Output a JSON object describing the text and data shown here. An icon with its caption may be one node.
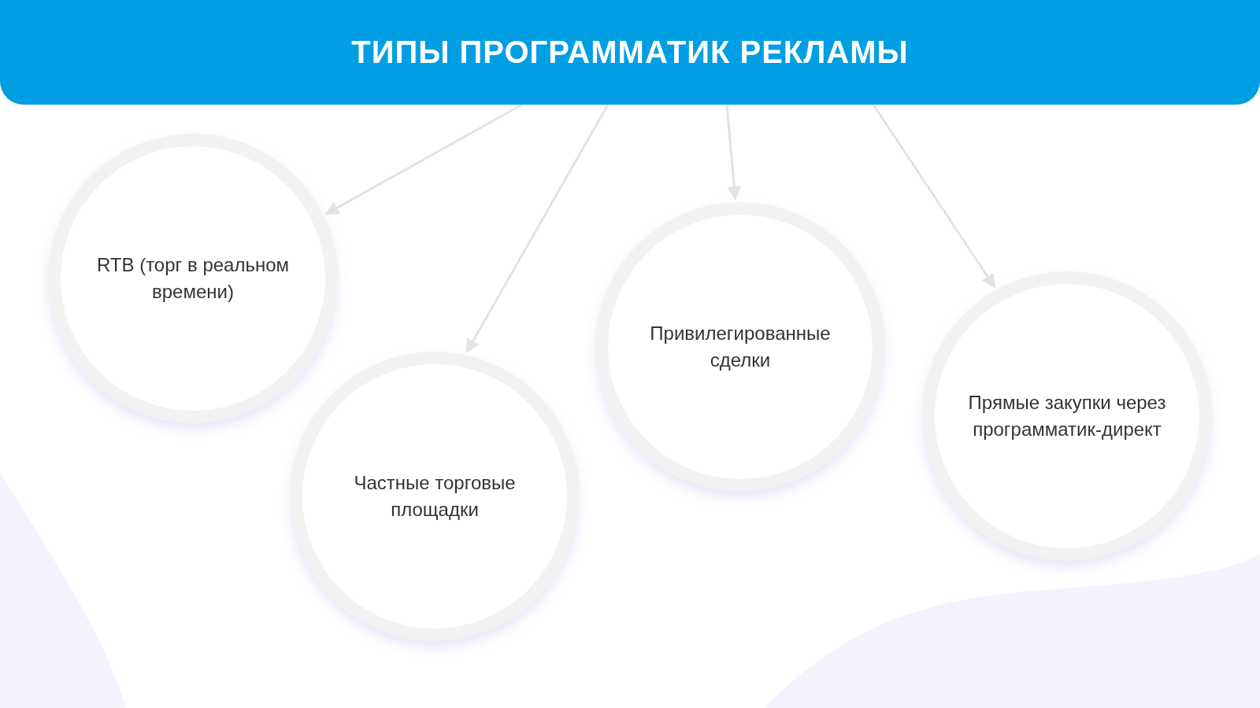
{
  "diagram": {
    "nodes": [
      {
        "text": [
          "ТИПЫ ПРОГРАММАТИК РЕКЛАМЫ"
        ]
      },
      {
        "text": [
          "RTB (торг в реальном времени)"
        ]
      },
      {
        "text": [
          "Частные торговые площадки"
        ]
      },
      {
        "text": [
          "Привилегированные сделки"
        ]
      },
      {
        "text": [
          "Прямые закупки через программатик-директ"
        ]
      }
    ],
    "edges": [
      {
        "from": 0,
        "to": 1,
        "arrow": "to"
      },
      {
        "from": 0,
        "to": 2,
        "arrow": "to"
      },
      {
        "from": 0,
        "to": 3,
        "arrow": "to"
      },
      {
        "from": 0,
        "to": 4,
        "arrow": "to"
      }
    ]
  }
}
